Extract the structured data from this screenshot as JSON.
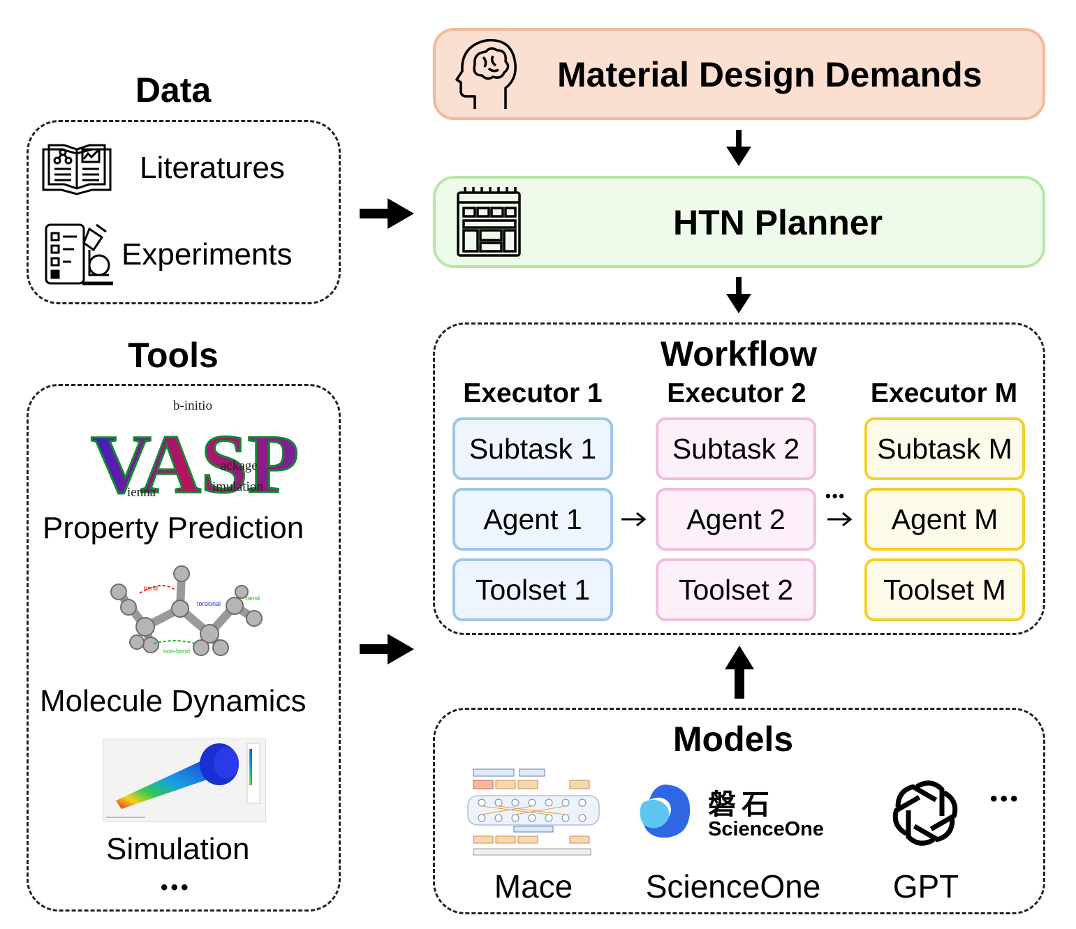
{
  "data_section": {
    "title": "Data",
    "items": [
      "Literatures",
      "Experiments"
    ]
  },
  "tools_section": {
    "title": "Tools",
    "vasp_logo": {
      "letters": "VASP",
      "words": [
        "b-initio",
        "ackage",
        "ienna",
        "imulation"
      ]
    },
    "items": [
      "Property Prediction",
      "Molecule Dynamics",
      "Simulation"
    ],
    "more": "•••",
    "molecule_labels": [
      "bend",
      "torsional",
      "bend",
      "non-bond"
    ]
  },
  "demands": {
    "title": "Material Design Demands",
    "color": "#fbdfd0",
    "border": "#f4b99a"
  },
  "planner": {
    "title": "HTN Planner",
    "color": "#eefbea",
    "border": "#b9e6a8"
  },
  "workflow": {
    "title": "Workflow",
    "executors": [
      {
        "name": "Executor 1",
        "subtask": "Subtask 1",
        "agent": "Agent 1",
        "toolset": "Toolset 1"
      },
      {
        "name": "Executor 2",
        "subtask": "Subtask 2",
        "agent": "Agent 2",
        "toolset": "Toolset 2"
      },
      {
        "name": "Executor M",
        "subtask": "Subtask M",
        "agent": "Agent M",
        "toolset": "Toolset M"
      }
    ],
    "ellipsis": "•••"
  },
  "models": {
    "title": "Models",
    "items": [
      "Mace",
      "ScienceOne",
      "GPT"
    ],
    "more": "•••",
    "scienceone_logo": {
      "cn": "磐石",
      "en": "ScienceOne"
    }
  }
}
